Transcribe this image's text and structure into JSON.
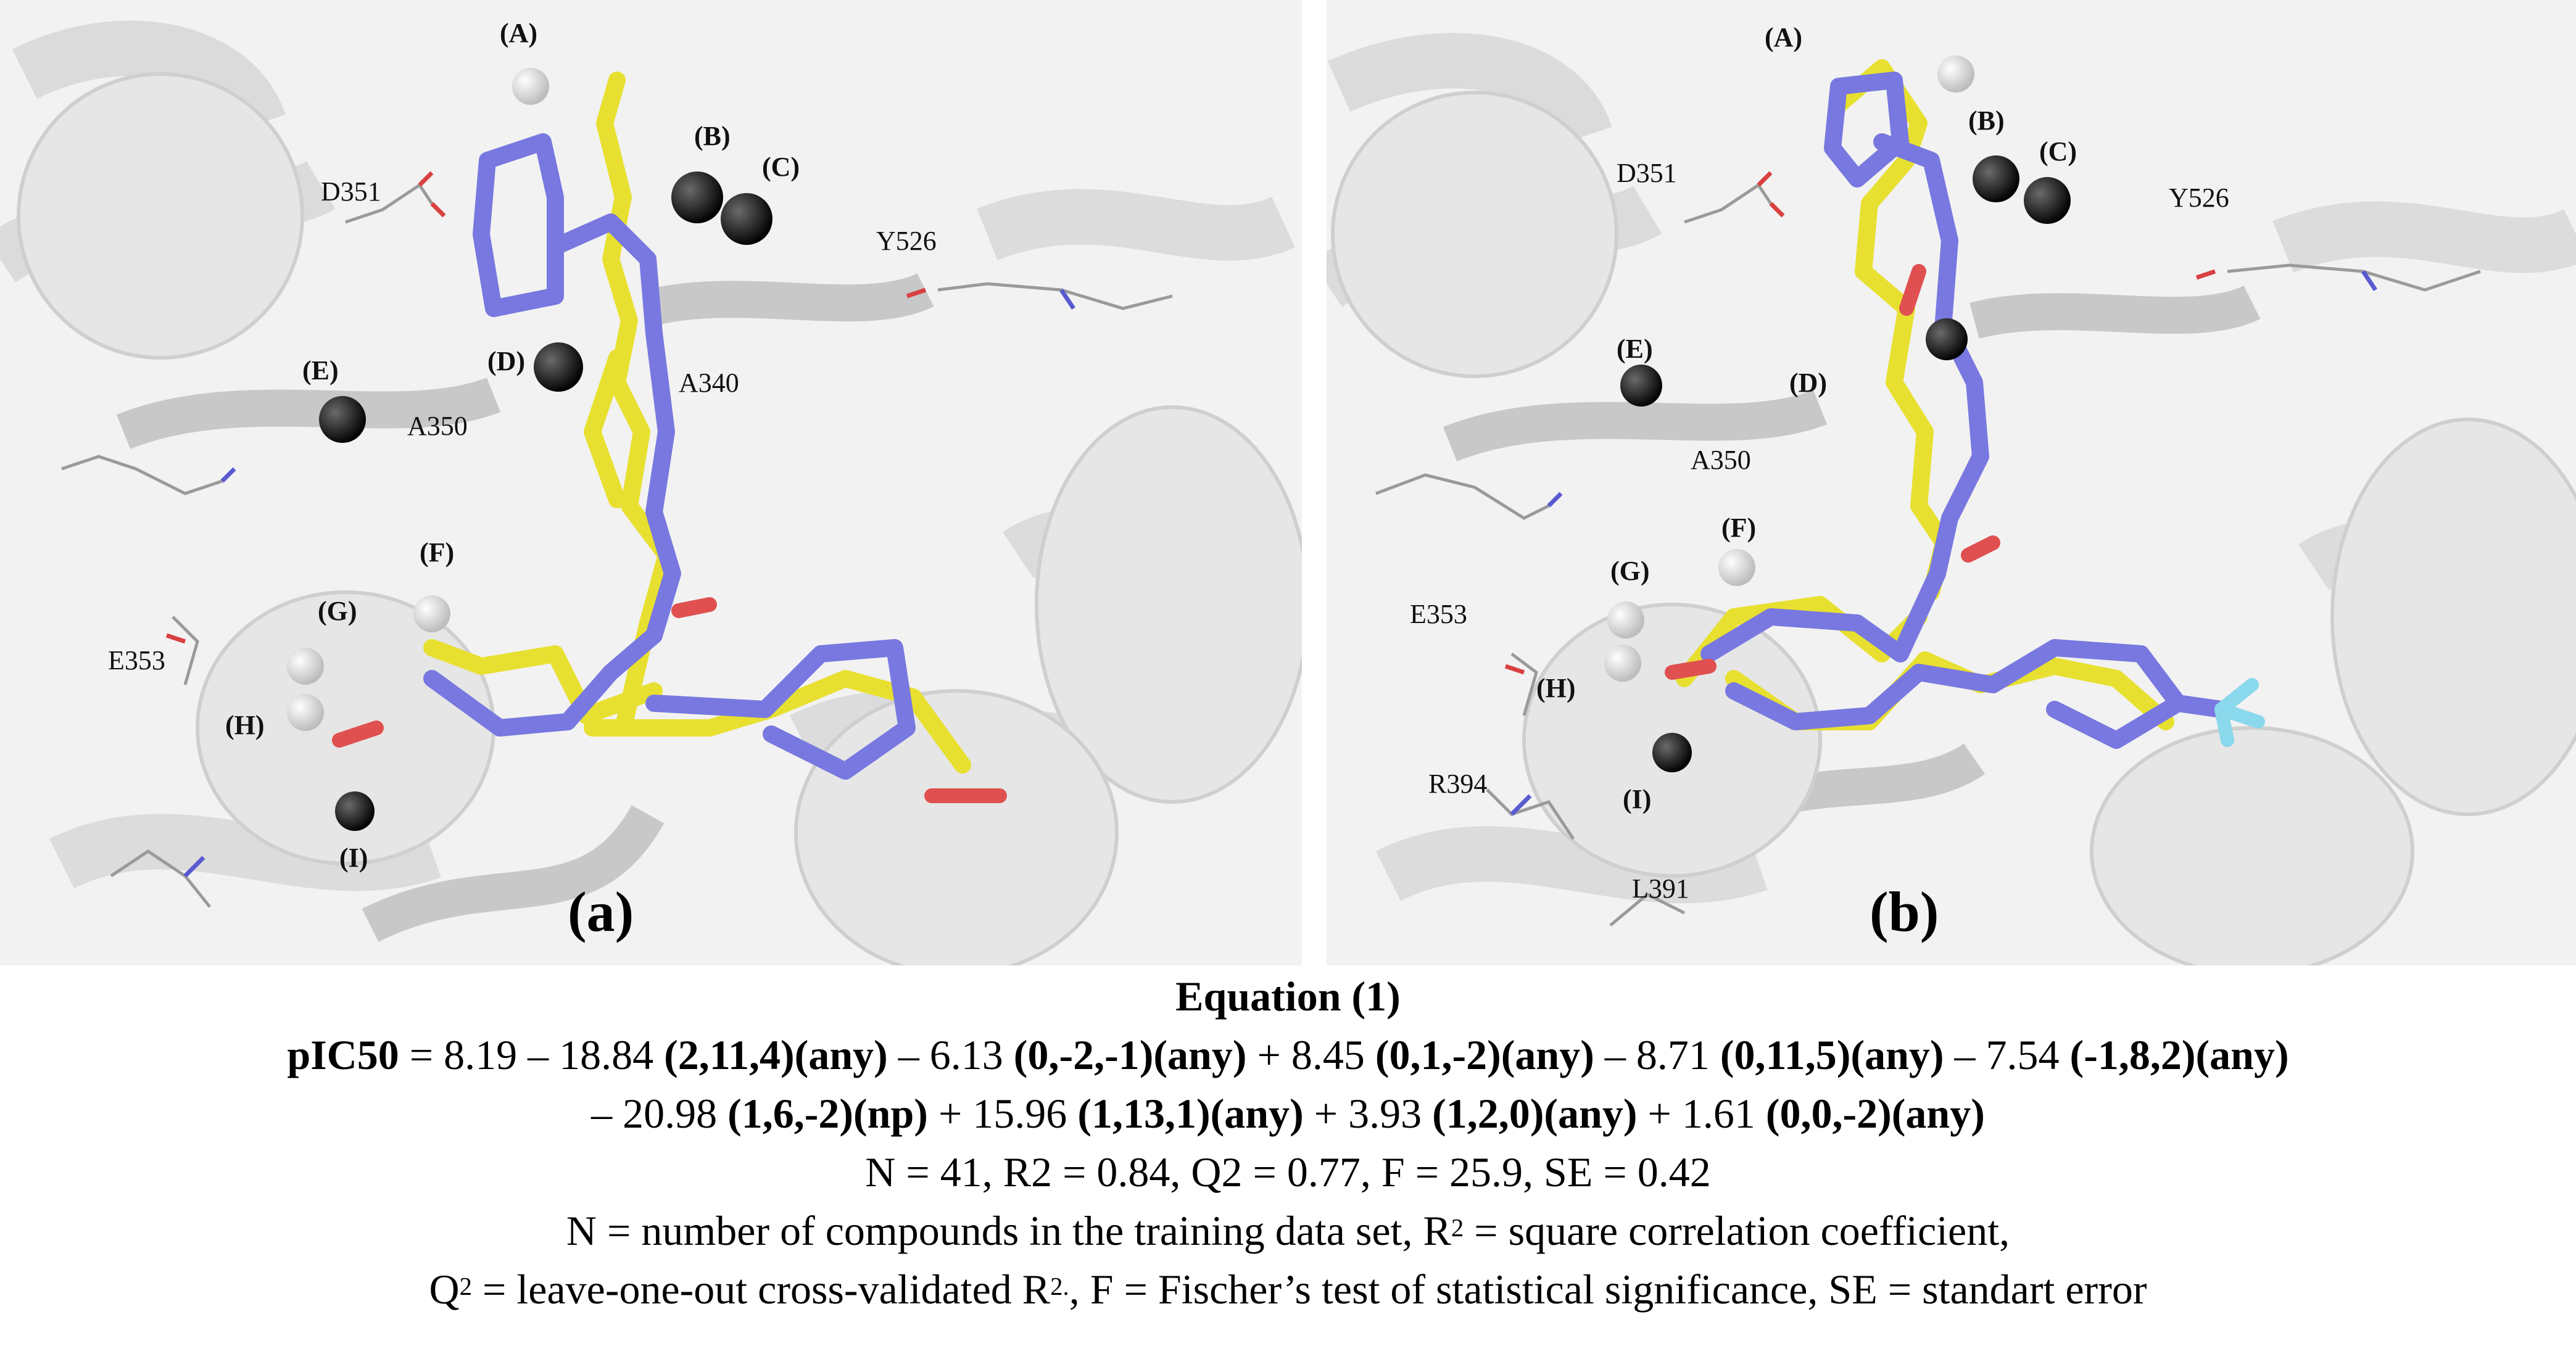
{
  "panel_a": {
    "label": "(a)",
    "points": [
      "(A)",
      "(B)",
      "(C)",
      "(D)",
      "(E)",
      "(F)",
      "(G)",
      "(H)",
      "(I)"
    ],
    "residues": [
      "D351",
      "Y526",
      "A340",
      "A350",
      "E353"
    ]
  },
  "panel_b": {
    "label": "(b)",
    "points": [
      "(A)",
      "(B)",
      "(C)",
      "(D)",
      "(E)",
      "(F)",
      "(G)",
      "(H)",
      "(I)"
    ],
    "residues": [
      "D351",
      "Y526",
      "A350",
      "E353",
      "R394",
      "L391"
    ]
  },
  "equation": {
    "title": "Equation (1)",
    "lhs": "pIC50",
    "line1": [
      {
        "t": " = 8.19 – 18.84 ",
        "b": false
      },
      {
        "t": "(2,11,4)(any)",
        "b": true
      },
      {
        "t": " – 6.13 ",
        "b": false
      },
      {
        "t": "(0,-2,-1)(any)",
        "b": true
      },
      {
        "t": " + 8.45 ",
        "b": false
      },
      {
        "t": "(0,1,-2)(any)",
        "b": true
      },
      {
        "t": " – 8.71 ",
        "b": false
      },
      {
        "t": "(0,11,5)(any)",
        "b": true
      },
      {
        "t": " – 7.54 ",
        "b": false
      },
      {
        "t": "(-1,8,2)(any)",
        "b": true
      }
    ],
    "line2": [
      {
        "t": "– 20.98 ",
        "b": false
      },
      {
        "t": "(1,6,-2)(np)",
        "b": true
      },
      {
        "t": " + 15.96 ",
        "b": false
      },
      {
        "t": "(1,13,1)(any)",
        "b": true
      },
      {
        "t": " + 3.93 ",
        "b": false
      },
      {
        "t": "(1,2,0)(any)",
        "b": true
      },
      {
        "t": " + 1.61 ",
        "b": false
      },
      {
        "t": "(0,0,-2)(any)",
        "b": true
      }
    ],
    "stats": "N = 41, R2 = 0.84, Q2 = 0.77, F = 25.9, SE = 0.42",
    "def1_a": "N = number of compounds in the training data set, R",
    "def1_sup": "2",
    "def1_b": " = square correlation coefficient,",
    "def2_a": "Q",
    "def2_sup1": "2",
    "def2_b": " = leave-one-out cross-validated R",
    "def2_sup2": "2.",
    "def2_c": ", F = Fischer’s test of statistical significance, SE = standart error"
  }
}
